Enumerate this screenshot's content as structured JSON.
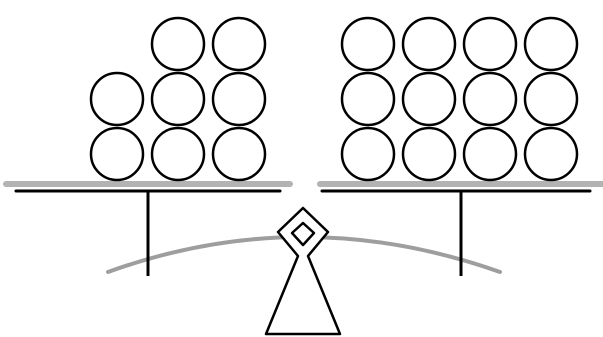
{
  "scale": {
    "left_pan_object_count": 8,
    "right_pan_object_count": 12,
    "object_shape": "circle",
    "tilt": "level",
    "colors": {
      "outline": "#000000",
      "pan_top": "#b3b3b3",
      "arc": "#9e9e9e",
      "background": "#ffffff"
    }
  }
}
